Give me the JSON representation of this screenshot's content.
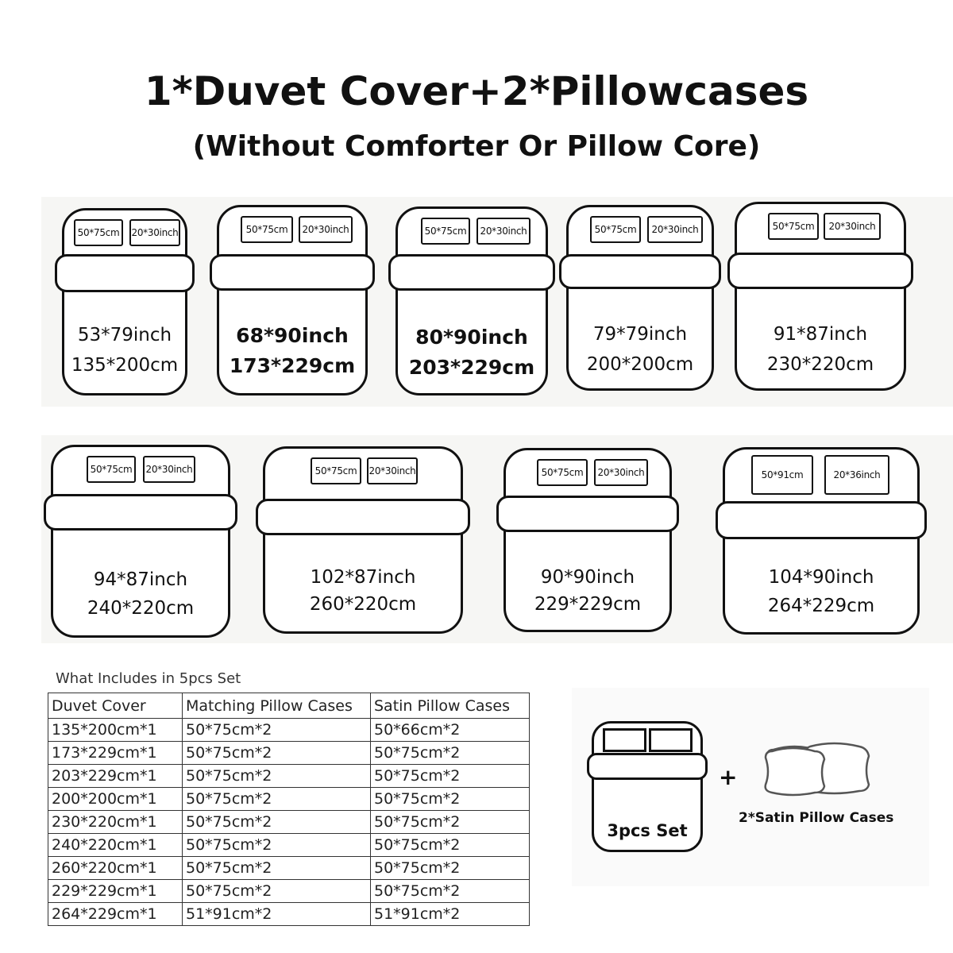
{
  "title": "1*Duvet Cover+2*Pillowcases",
  "subtitle": "(Without Comforter Or Pillow Core)",
  "beds": [
    {
      "pillow_left": "50*75cm",
      "pillow_right": "20*30inch",
      "inches": "53*79inch",
      "cm": "135*200cm"
    },
    {
      "pillow_left": "50*75cm",
      "pillow_right": "20*30inch",
      "inches": "68*90inch",
      "cm": "173*229cm"
    },
    {
      "pillow_left": "50*75cm",
      "pillow_right": "20*30inch",
      "inches": "80*90inch",
      "cm": "203*229cm"
    },
    {
      "pillow_left": "50*75cm",
      "pillow_right": "20*30inch",
      "inches": "79*79inch",
      "cm": "200*200cm"
    },
    {
      "pillow_left": "50*75cm",
      "pillow_right": "20*30inch",
      "inches": "91*87inch",
      "cm": "230*220cm"
    },
    {
      "pillow_left": "50*75cm",
      "pillow_right": "20*30inch",
      "inches": "94*87inch",
      "cm": "240*220cm"
    },
    {
      "pillow_left": "50*75cm",
      "pillow_right": "20*30inch",
      "inches": "102*87inch",
      "cm": "260*220cm"
    },
    {
      "pillow_left": "50*75cm",
      "pillow_right": "20*30inch",
      "inches": "90*90inch",
      "cm": "229*229cm"
    },
    {
      "pillow_left": "50*91cm",
      "pillow_right": "20*36inch",
      "inches": "104*90inch",
      "cm": "264*229cm"
    }
  ],
  "includes": {
    "caption": "What Includes in 5pcs Set",
    "headers": [
      "Duvet Cover",
      "Matching Pillow Cases",
      "Satin Pillow Cases"
    ],
    "rows": [
      [
        "135*200cm*1",
        "50*75cm*2",
        "50*66cm*2"
      ],
      [
        "173*229cm*1",
        "50*75cm*2",
        "50*75cm*2"
      ],
      [
        "203*229cm*1",
        "50*75cm*2",
        "50*75cm*2"
      ],
      [
        "200*200cm*1",
        "50*75cm*2",
        "50*75cm*2"
      ],
      [
        "230*220cm*1",
        "50*75cm*2",
        "50*75cm*2"
      ],
      [
        "240*220cm*1",
        "50*75cm*2",
        "50*75cm*2"
      ],
      [
        "260*220cm*1",
        "50*75cm*2",
        "50*75cm*2"
      ],
      [
        "229*229cm*1",
        "50*75cm*2",
        "50*75cm*2"
      ],
      [
        "264*229cm*1",
        "51*91cm*2",
        "51*91cm*2"
      ]
    ]
  },
  "set_label": "3pcs Set",
  "plus": "+",
  "satin_label": "2*Satin Pillow Cases"
}
